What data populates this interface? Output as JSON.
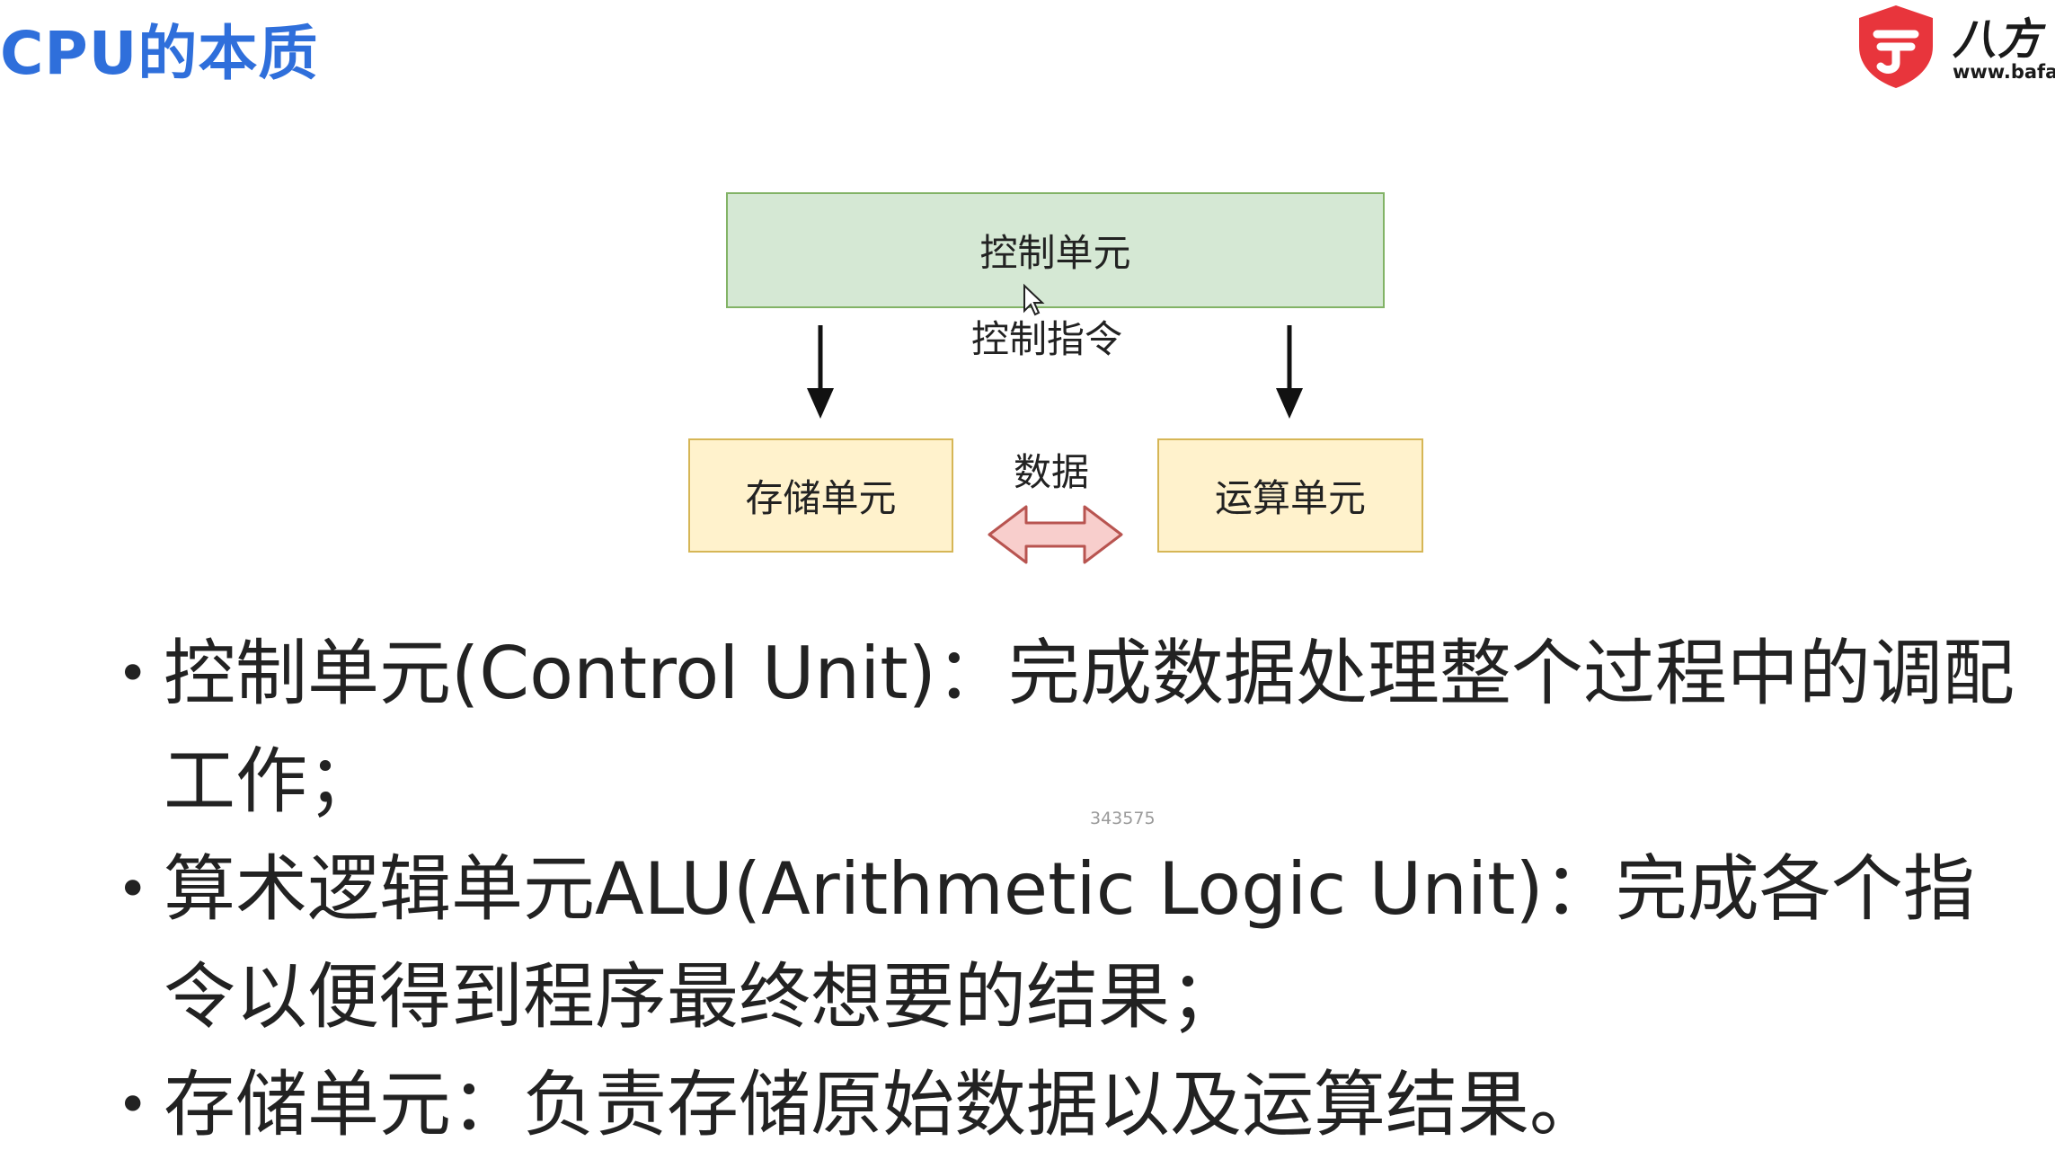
{
  "title": "CPU的本质",
  "logo": {
    "brand": "八方",
    "url": "www.bafa"
  },
  "diagram": {
    "control_unit": "控制单元",
    "control_signal": "控制指令",
    "storage_unit": "存储单元",
    "data_label": "数据",
    "alu_unit": "运算单元"
  },
  "bullets": [
    "控制单元(Control Unit)：完成数据处理整个过程中的调配工作；",
    "算术逻辑单元ALU(Arithmetic Logic Unit)：完成各个指令以便得到程序最终想要的结果；",
    "存储单元：负责存储原始数据以及运算结果。"
  ],
  "watermark": "343575",
  "colors": {
    "title": "#2f6fdb",
    "control_fill": "#d5e8d4",
    "control_border": "#82b366",
    "unit_fill": "#fff2cc",
    "unit_border": "#d6b656",
    "data_arrow_fill": "#f8cecc",
    "data_arrow_border": "#b85450",
    "logo_red": "#e8353c"
  }
}
